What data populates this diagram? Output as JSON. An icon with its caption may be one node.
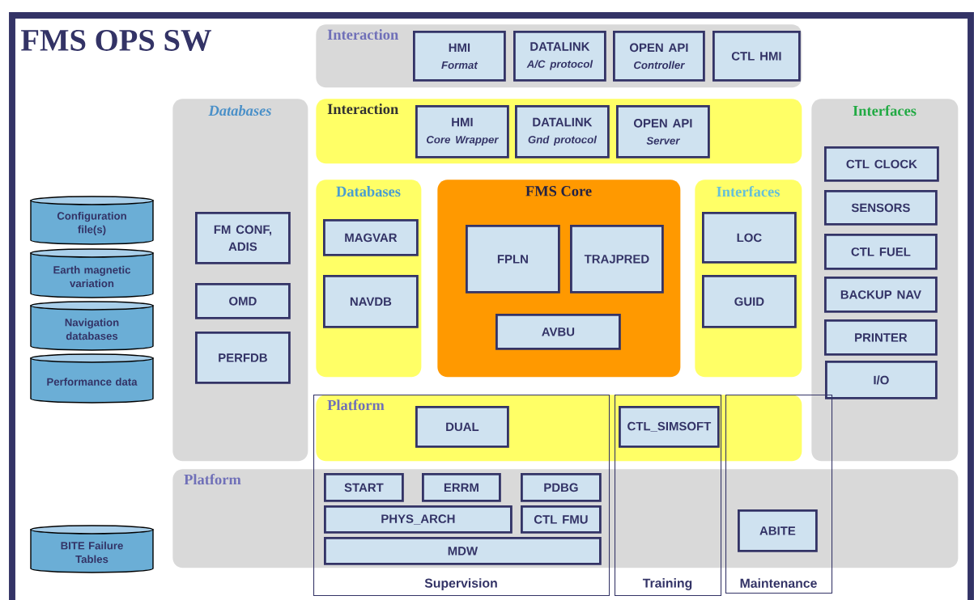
{
  "diagram": {
    "title": "FMS OPS SW",
    "nodes": [
      {
        "text": [
          "Interaction"
        ]
      },
      {
        "text": [
          "HMI",
          "Format"
        ],
        "in": 0
      },
      {
        "text": [
          "DATALINK",
          "A/C protocol"
        ],
        "in": 0
      },
      {
        "text": [
          "OPEN API",
          "Controller"
        ],
        "in": 0
      },
      {
        "text": [
          "CTL HMI"
        ],
        "in": 0
      },
      {
        "text": [
          "Databases"
        ]
      },
      {
        "text": [
          "FM CONF, ADIS"
        ],
        "in": 5
      },
      {
        "text": [
          "OMD"
        ],
        "in": 5
      },
      {
        "text": [
          "PERFDB"
        ],
        "in": 5
      },
      {
        "text": [
          "Interaction"
        ]
      },
      {
        "text": [
          "HMI",
          "Core Wrapper"
        ],
        "in": 9
      },
      {
        "text": [
          "DATALINK",
          "Gnd protocol"
        ],
        "in": 9
      },
      {
        "text": [
          "OPEN API",
          "Server"
        ],
        "in": 9
      },
      {
        "text": [
          "Interfaces"
        ]
      },
      {
        "text": [
          "CTL CLOCK"
        ],
        "in": 13
      },
      {
        "text": [
          "SENSORS"
        ],
        "in": 13
      },
      {
        "text": [
          "CTL FUEL"
        ],
        "in": 13
      },
      {
        "text": [
          "BACKUP NAV"
        ],
        "in": 13
      },
      {
        "text": [
          "PRINTER"
        ],
        "in": 13
      },
      {
        "text": [
          "I/O"
        ],
        "in": 13
      },
      {
        "text": [
          "Databases"
        ]
      },
      {
        "text": [
          "MAGVAR"
        ],
        "in": 20
      },
      {
        "text": [
          "NAVDB"
        ],
        "in": 20
      },
      {
        "text": [
          "FMS Core"
        ]
      },
      {
        "text": [
          "FPLN"
        ],
        "in": 23
      },
      {
        "text": [
          "TRAJPRED"
        ],
        "in": 23
      },
      {
        "text": [
          "AVBU"
        ],
        "in": 23
      },
      {
        "text": [
          "Interfaces"
        ]
      },
      {
        "text": [
          "LOC"
        ],
        "in": 27
      },
      {
        "text": [
          "GUID"
        ],
        "in": 27
      },
      {
        "text": [
          "Platform"
        ]
      },
      {
        "text": [
          "DUAL"
        ]
      },
      {
        "text": [
          "CTL_SIMSOFT"
        ]
      },
      {
        "text": [
          "Platform"
        ]
      },
      {
        "text": [
          "START"
        ]
      },
      {
        "text": [
          "ERRM"
        ]
      },
      {
        "text": [
          "PDBG"
        ]
      },
      {
        "text": [
          "PHYS_ARCH"
        ]
      },
      {
        "text": [
          "CTL FMU"
        ]
      },
      {
        "text": [
          "MDW"
        ]
      },
      {
        "text": [
          "ABITE"
        ]
      },
      {
        "text": [
          "Supervision"
        ]
      },
      {
        "text": [
          "Training"
        ]
      },
      {
        "text": [
          "Maintenance"
        ]
      },
      {
        "text": [
          "Configuration file(s)"
        ]
      },
      {
        "text": [
          "Earth magnetic variation"
        ]
      },
      {
        "text": [
          "Navigation databases"
        ]
      },
      {
        "text": [
          "Performance data"
        ]
      },
      {
        "text": [
          "BITE Failure Tables"
        ]
      }
    ]
  }
}
